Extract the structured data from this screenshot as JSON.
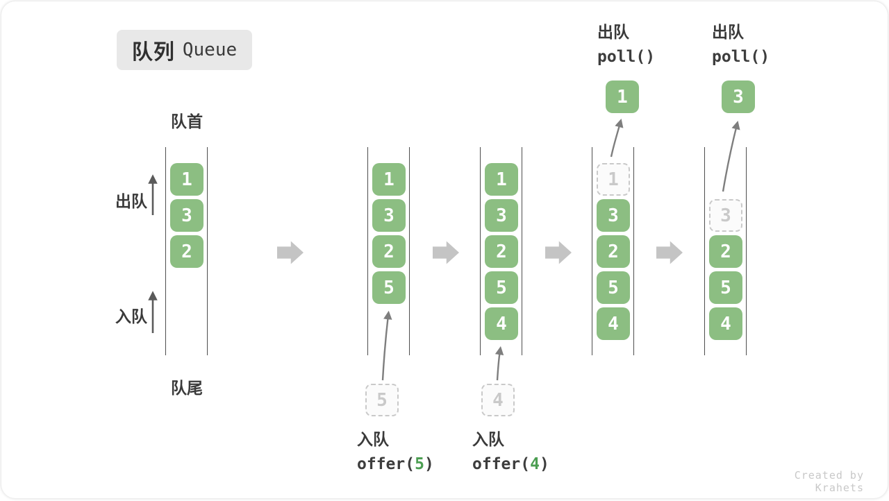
{
  "title": {
    "zh": "队列",
    "en": "Queue"
  },
  "labels": {
    "front": "队首",
    "rear": "队尾",
    "dequeue": "出队",
    "enqueue": "入队"
  },
  "states": [
    {
      "cells": [
        "1",
        "3",
        "2"
      ]
    },
    {
      "cells": [
        "1",
        "3",
        "2",
        "5"
      ],
      "pending": "5"
    },
    {
      "cells": [
        "1",
        "3",
        "2",
        "5",
        "4"
      ],
      "pending": "4"
    },
    {
      "ghost": "1",
      "cells": [
        "3",
        "2",
        "5",
        "4"
      ],
      "popped": "1"
    },
    {
      "ghost": "3",
      "cells": [
        "2",
        "5",
        "4"
      ],
      "popped": "3"
    }
  ],
  "ops": {
    "enqueue5": {
      "label": "入队",
      "call_prefix": "offer(",
      "arg": "5",
      "call_suffix": ")"
    },
    "enqueue4": {
      "label": "入队",
      "call_prefix": "offer(",
      "arg": "4",
      "call_suffix": ")"
    },
    "dequeue_a": {
      "label": "出队",
      "call": "poll()"
    },
    "dequeue_b": {
      "label": "出队",
      "call": "poll()"
    }
  },
  "watermark": "Created by Krahets",
  "colors": {
    "cell_green": "#8cbe82",
    "arg_green": "#4c9e52",
    "label_dark": "#3a3a3a",
    "ghost_gray": "#c9c9c9",
    "arrow_gray": "#7e7e7e",
    "block_arrow_gray": "#c4c4c4",
    "title_bg": "#e8e8e8",
    "watermark_gray": "#c8c8c8"
  }
}
